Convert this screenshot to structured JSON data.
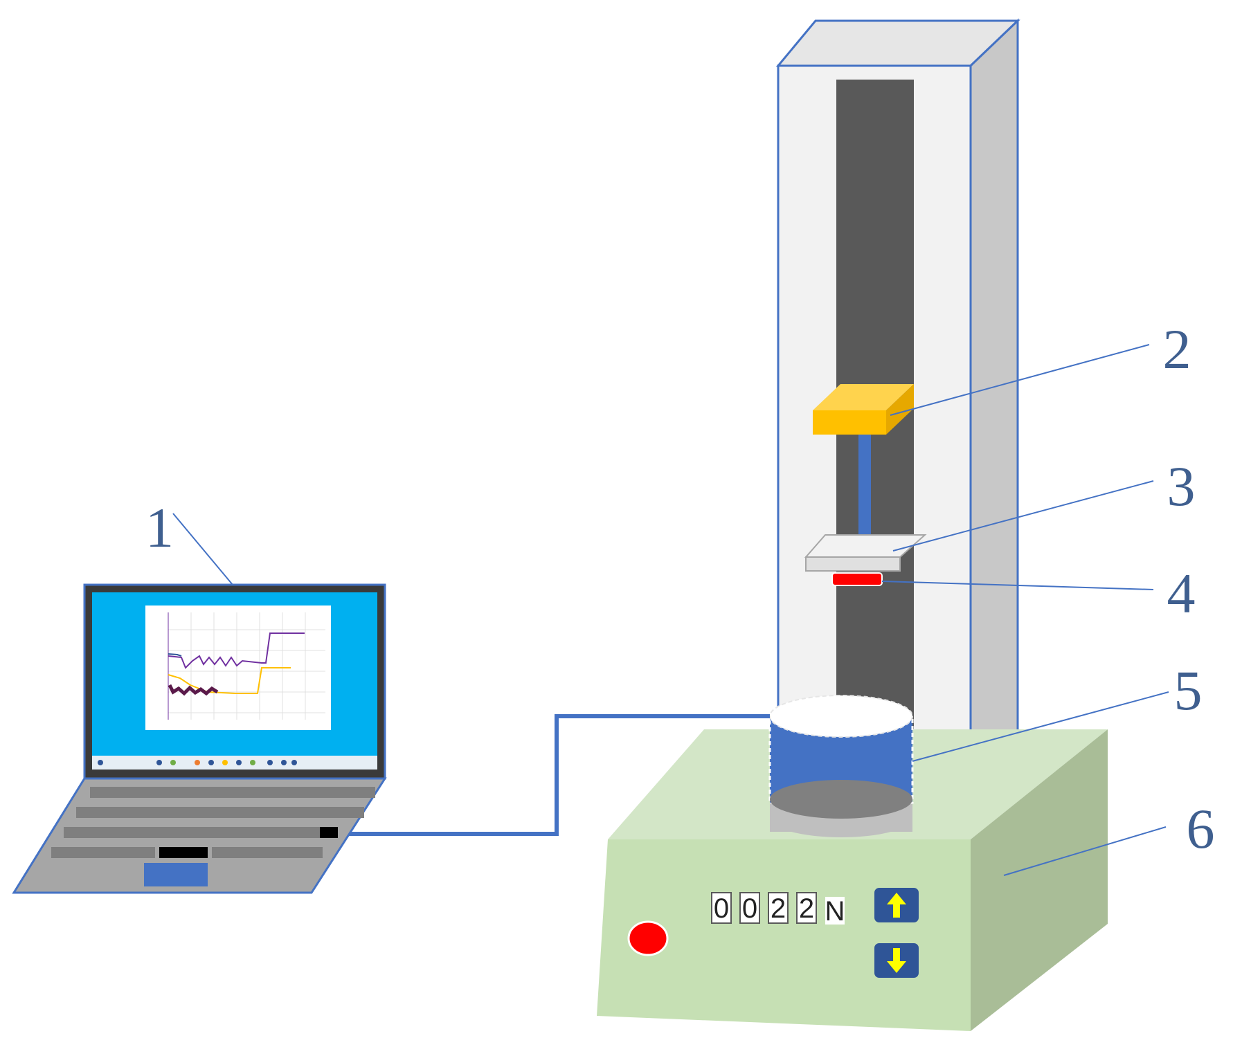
{
  "callouts": {
    "one": "1",
    "two": "2",
    "three": "3",
    "four": "4",
    "five": "5",
    "six": "6"
  },
  "display": {
    "digits": [
      "0",
      "0",
      "2",
      "2"
    ],
    "unit": "N"
  },
  "buttons": {
    "up_icon": "arrow-up-icon",
    "down_icon": "arrow-down-icon"
  },
  "colors": {
    "line": "#4472c4",
    "frame_face": "#f2f2f2",
    "frame_side": "#c8c8c8",
    "slot": "#595959",
    "crosshead": "#ffc000",
    "indicator": "#ff0000",
    "base_top": "#d3e6c7",
    "base_front": "#c6e0b4",
    "base_side": "#a9bd97",
    "screen": "#00b0f0",
    "laptop_body": "#a6a6a6"
  }
}
